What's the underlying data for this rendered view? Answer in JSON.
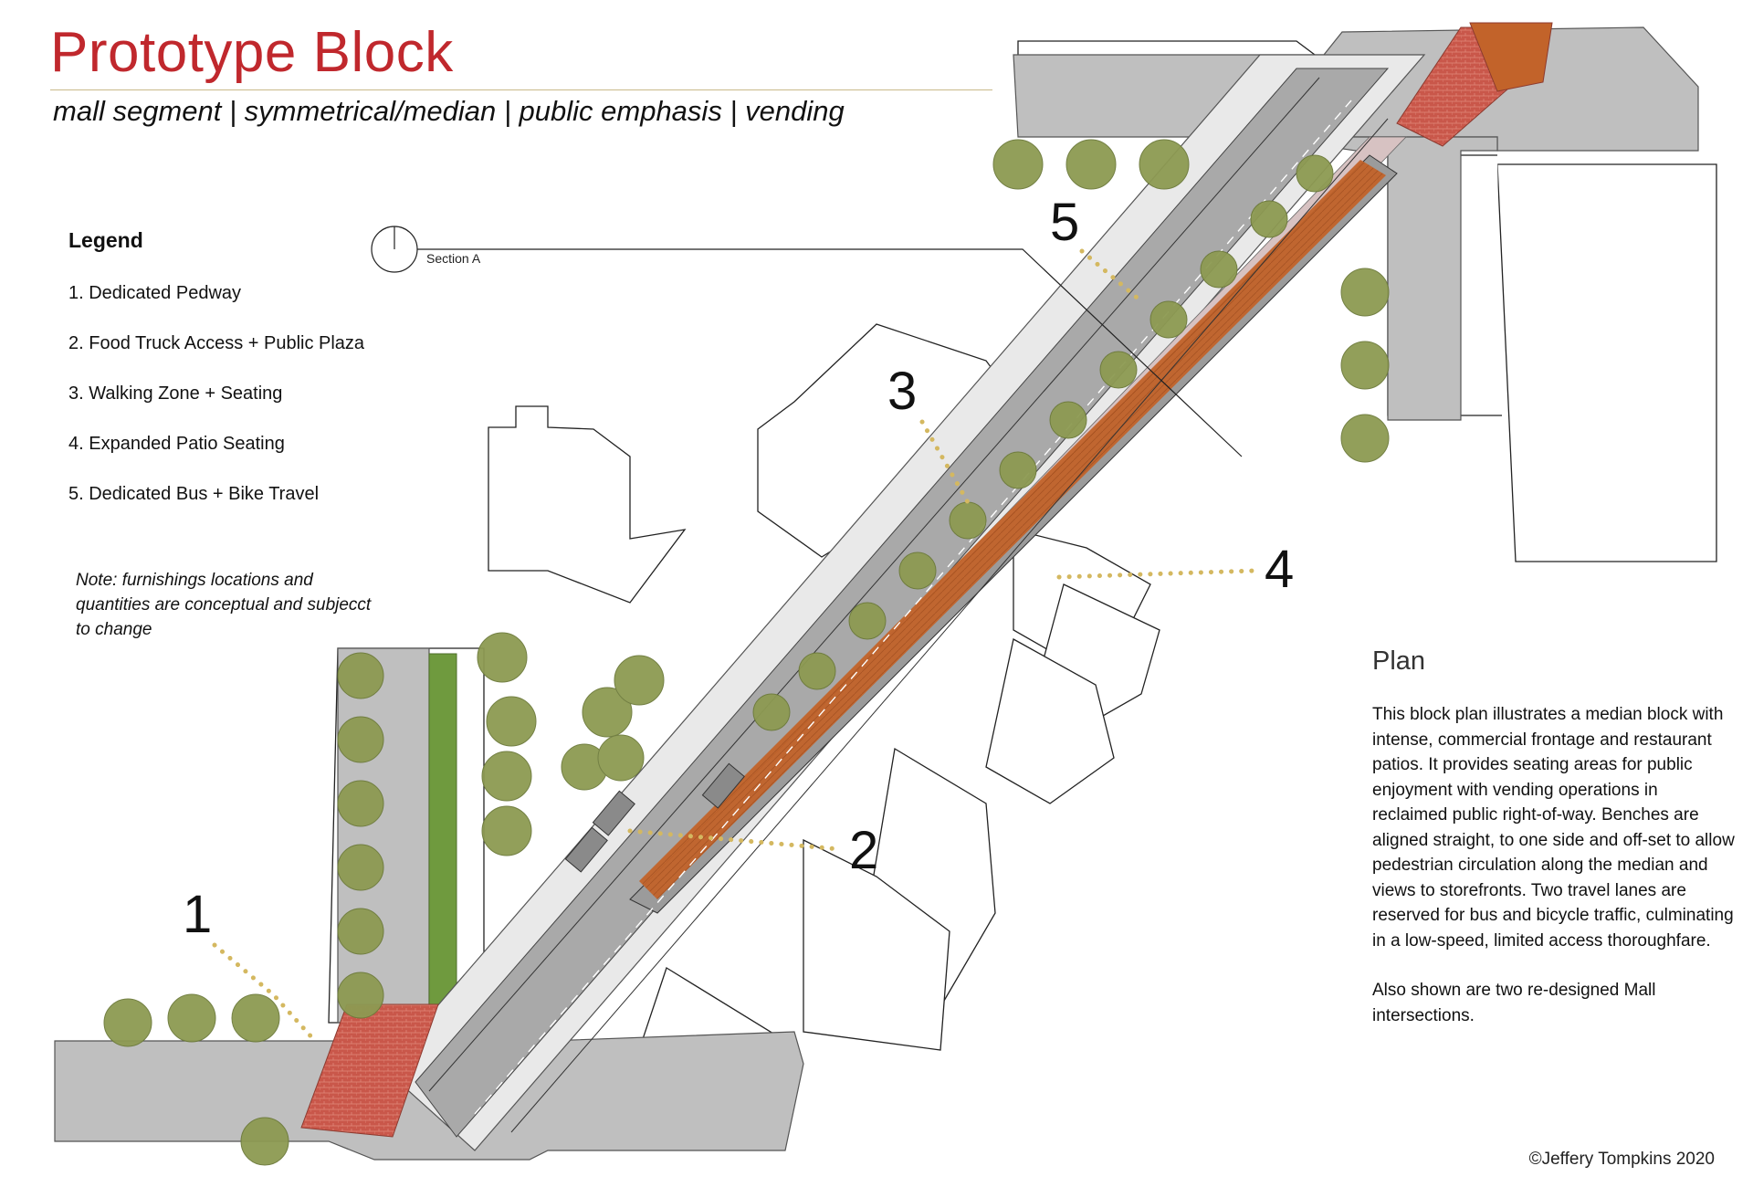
{
  "header": {
    "title": "Prototype Block",
    "subtitle": "mall segment | symmetrical/median | public emphasis | vending"
  },
  "legend": {
    "title": "Legend",
    "items": [
      "1. Dedicated Pedway",
      "2. Food Truck Access + Public Plaza",
      "3. Walking Zone + Seating",
      "4. Expanded Patio Seating",
      "5. Dedicated Bus + Bike Travel"
    ]
  },
  "note": "Note: furnishings locations and quantities are conceptual and subjecct to change",
  "section_marker": {
    "label": "Section A"
  },
  "callouts": [
    "1",
    "2",
    "3",
    "4",
    "5"
  ],
  "plan": {
    "heading": "Plan",
    "paragraph1": "This block plan illustrates a median block with intense, commercial frontage and restaurant patios. It provides seating areas for public enjoyment with vending operations in reclaimed public right-of-way. Benches are aligned straight, to one side and off-set to allow pedestrian circulation along the median and views to storefronts. Two travel lanes are reserved for bus and bicycle traffic, culminating in a low-speed, limited access thoroughfare.",
    "paragraph2": "Also shown are two re-designed Mall intersections."
  },
  "copyright": "©Jeffery Tompkins 2020",
  "colors": {
    "title": "#c0282d",
    "brick": "#c9574a",
    "wood": "#c2632a",
    "pavement": "#b9b9b9",
    "tree": "#8d9a52",
    "callout_dots": "#d4b860",
    "grass": "#6f9a3e"
  }
}
